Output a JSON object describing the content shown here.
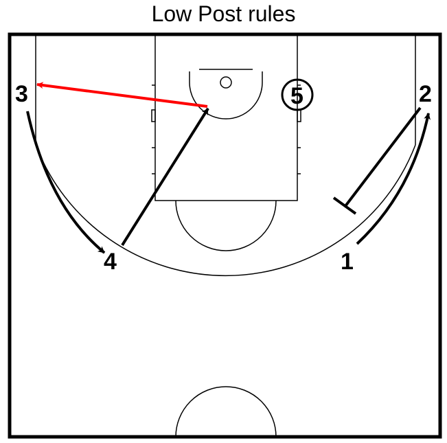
{
  "title": "Low Post rules",
  "players": [
    {
      "id": "1",
      "label": "1"
    },
    {
      "id": "2",
      "label": "2"
    },
    {
      "id": "3",
      "label": "3"
    },
    {
      "id": "4",
      "label": "4"
    },
    {
      "id": "5",
      "label": "5"
    }
  ],
  "colors": {
    "pass": "#ff0000",
    "lines": "#000000"
  }
}
